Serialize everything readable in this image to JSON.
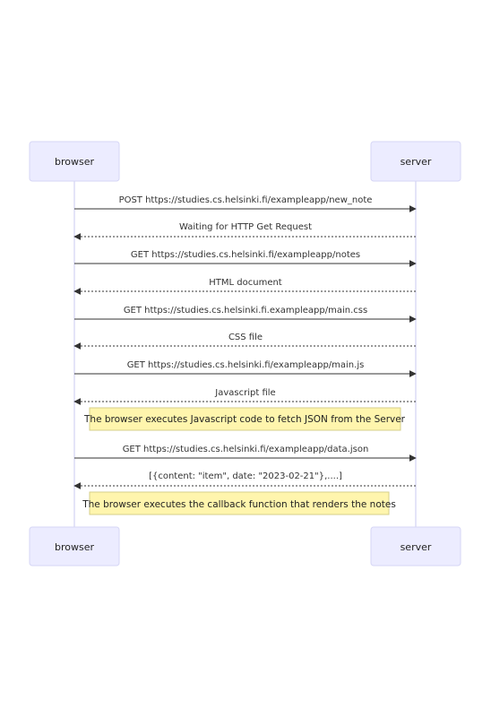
{
  "participants": {
    "browser": "browser",
    "server": "server"
  },
  "messages": [
    {
      "from": "browser",
      "to": "server",
      "style": "solid",
      "label": "POST https://studies.cs.helsinki.fi/exampleapp/new_note"
    },
    {
      "from": "server",
      "to": "browser",
      "style": "dotted",
      "label": "Waiting for HTTP Get Request"
    },
    {
      "from": "browser",
      "to": "server",
      "style": "solid",
      "label": "GET https://studies.cs.helsinki.fi/exampleapp/notes"
    },
    {
      "from": "server",
      "to": "browser",
      "style": "dotted",
      "label": "HTML document"
    },
    {
      "from": "browser",
      "to": "server",
      "style": "solid",
      "label": "GET https://studies.cs.helsinki.fi.exampleapp/main.css"
    },
    {
      "from": "server",
      "to": "browser",
      "style": "dotted",
      "label": "CSS file"
    },
    {
      "from": "browser",
      "to": "server",
      "style": "solid",
      "label": "GET https://studies.cs.helsinki.fi/exampleapp/main.js"
    },
    {
      "from": "server",
      "to": "browser",
      "style": "dotted",
      "label": "Javascript file"
    },
    {
      "from": "browser",
      "to": "server",
      "style": "solid",
      "label": "GET https://studies.cs.helsinki.fi/exampleapp/data.json"
    },
    {
      "from": "server",
      "to": "browser",
      "style": "dotted",
      "label": "[{content: \"item\", date: \"2023-02-21\"},....]"
    }
  ],
  "notes": [
    "The browser executes Javascript code to fetch JSON from the Server",
    "The browser executes the callback function that renders the notes"
  ],
  "colors": {
    "actor_fill": "#ececff",
    "actor_stroke": "#d6d6f5",
    "note_fill": "#fff5ad",
    "note_stroke": "#d6cf8a",
    "line": "#333333"
  }
}
